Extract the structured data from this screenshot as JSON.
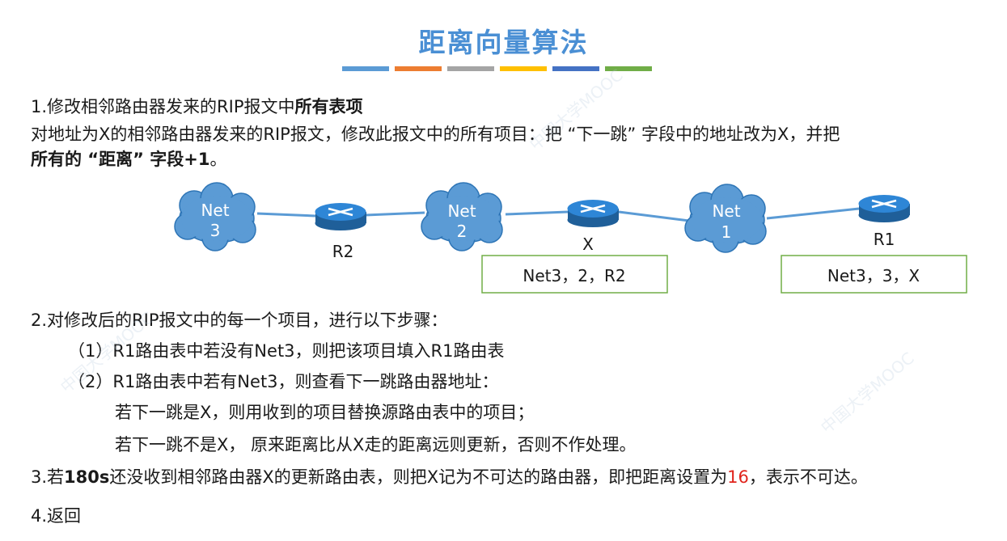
{
  "title": "距离向量算法",
  "title_bar_colors": [
    "#5b9bd5",
    "#ed7d31",
    "#a5a5a5",
    "#ffc000",
    "#4472c4",
    "#70ad47"
  ],
  "lines": {
    "l1_prefix": "1.修改相邻路由器发来的RIP报文中",
    "l1_bold": "所有表项",
    "l2": "对地址为X的相邻路由器发来的RIP报文，修改此报文中的所有项目：把 “下一跳” 字段中的地址改为X，并把",
    "l3_bold": "所有的 “距离” 字段+1",
    "l3_suffix": "。",
    "l4": "2.对修改后的RIP报文中的每一个项目，进行以下步骤：",
    "l5": "（1）R1路由表中若没有Net3，则把该项目填入R1路由表",
    "l6": "（2）R1路由表中若有Net3，则查看下一跳路由器地址：",
    "l7": "若下一跳是X，则用收到的项目替换源路由表中的项目；",
    "l8": "若下一跳不是X， 原来距离比从X走的距离远则更新，否则不作处理。",
    "l9_prefix": "3.若",
    "l9_bold": "180s",
    "l9_mid": "还没收到相邻路由器X的更新路由表，则把X记为不可达的路由器，即把距离设置为",
    "l9_red": "16",
    "l9_suffix": "，表示不可达。",
    "l10": "4.返回"
  },
  "diagram": {
    "net3_line1": "Net",
    "net3_line2": "3",
    "net2_line1": "Net",
    "net2_line2": "2",
    "net1_line1": "Net",
    "net1_line2": "1",
    "router_r2": "R2",
    "router_x": "X",
    "router_r1": "R1",
    "box_x": "Net3，2，R2",
    "box_r1": "Net3，3，X",
    "cloud_color": "#5b9bd5",
    "router_color": "#2e75b6",
    "box_border_color": "#70ad47"
  },
  "watermark_text": "中国大学MOOC"
}
